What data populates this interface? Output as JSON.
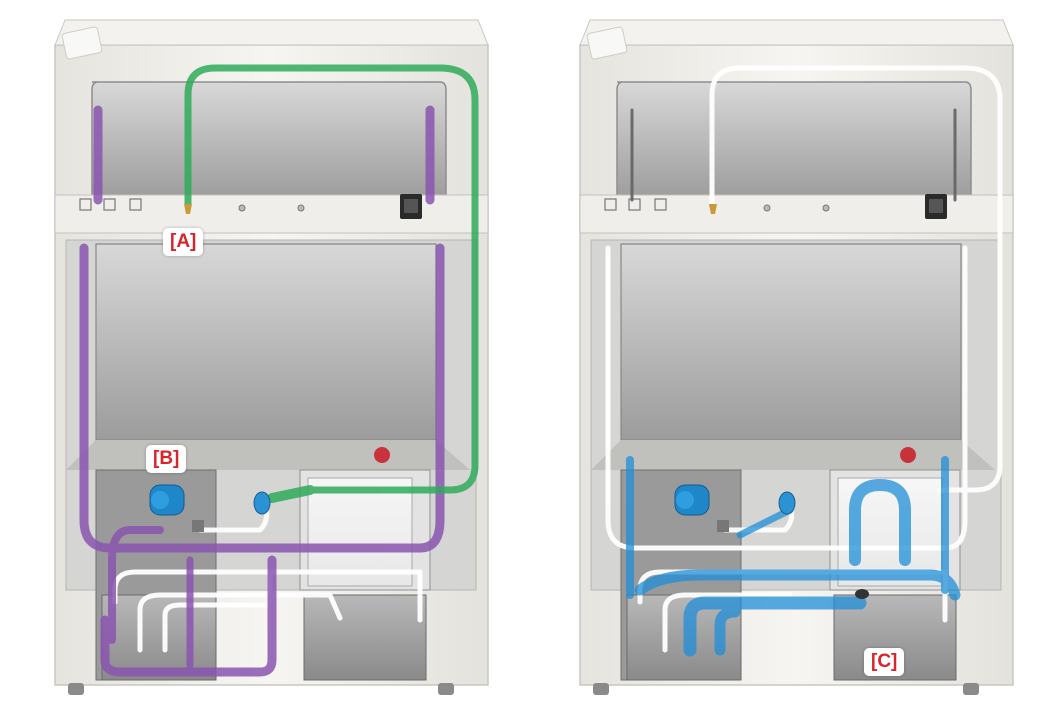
{
  "labels": {
    "a": "[A]",
    "b": "[B]",
    "c": "[C]"
  },
  "colors": {
    "purple_flow": "#8a55b0",
    "green_flow": "#2faa5a",
    "blue_flow": "#1f8fd8",
    "label_text": "#d8242b",
    "cabinet": "#f1f0ec",
    "chamber": "#c9c9c9"
  },
  "icons": {
    "blower": "blue-blower-icon",
    "filter": "blue-filter-icon",
    "alarm": "red-alarm-light-icon",
    "nozzle": "gas-nozzle-icon"
  }
}
